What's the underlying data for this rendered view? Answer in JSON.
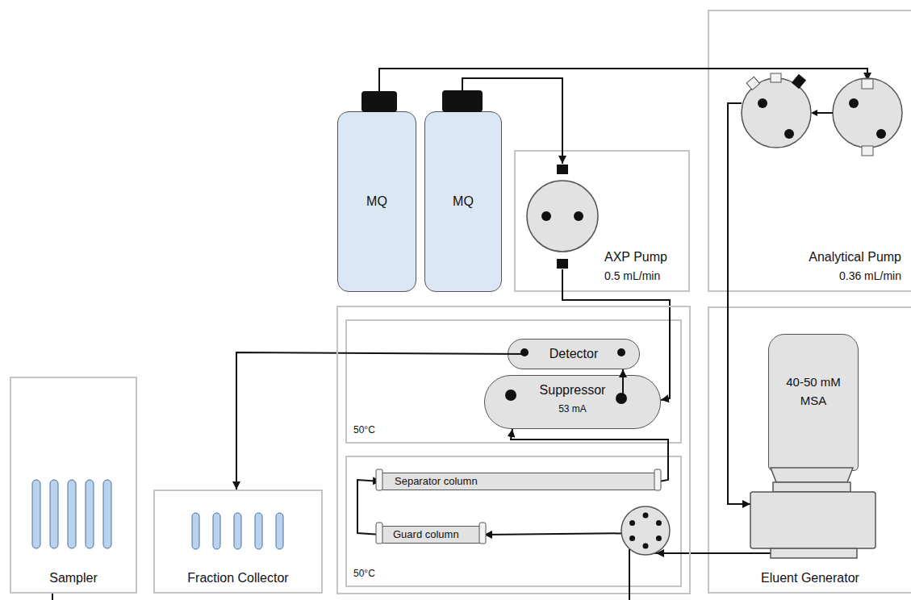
{
  "diagram": {
    "nodes": [
      {
        "text": [
          "MQ"
        ]
      },
      {
        "text": [
          "MQ"
        ]
      },
      {
        "text": [
          "AXP Pump",
          "0.5 mL/min"
        ]
      },
      {
        "text": [
          "Analytical Pump",
          "0.36 mL/min"
        ]
      },
      {
        "text": [
          "50°C"
        ]
      },
      {
        "text": [
          "Detector"
        ],
        "in": 4
      },
      {
        "text": [
          "Suppressor",
          "53 mA"
        ],
        "in": 4
      },
      {
        "text": [
          "50°C"
        ]
      },
      {
        "text": [
          "Separator column"
        ],
        "in": 7
      },
      {
        "text": [
          "Guard column"
        ],
        "in": 7
      },
      {
        "text": [
          "Eluent Generator"
        ]
      },
      {
        "text": [
          "40-50 mM MSA"
        ],
        "in": 10
      },
      {
        "text": [
          "Sampler"
        ]
      },
      {
        "text": [
          "Fraction Collector"
        ]
      }
    ],
    "edges": [
      {
        "from": 0,
        "to": 3,
        "arrow": "to"
      },
      {
        "from": 1,
        "to": 2,
        "arrow": "to"
      },
      {
        "from": 2,
        "to": 6,
        "arrow": "to"
      },
      {
        "from": 3,
        "to": 10,
        "arrow": "to"
      },
      {
        "from": 10,
        "to": 9,
        "arrow": "to"
      },
      {
        "from": 9,
        "to": 8,
        "arrow": "to"
      },
      {
        "from": 8,
        "to": 6,
        "arrow": "to"
      },
      {
        "from": 6,
        "to": 5,
        "arrow": "to"
      },
      {
        "from": 5,
        "to": 13,
        "arrow": "to"
      }
    ]
  }
}
